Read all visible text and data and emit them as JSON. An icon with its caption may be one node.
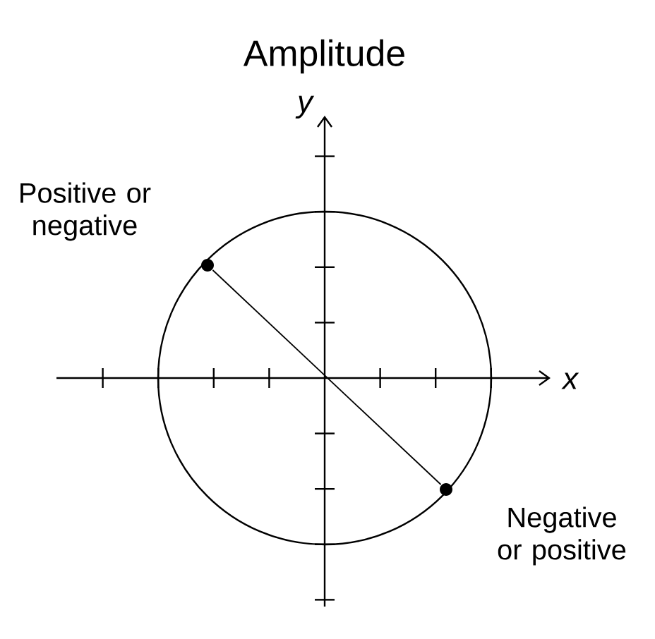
{
  "diagram": {
    "title": "Amplitude",
    "nodes": [
      {
        "text": [],
        "shape": "circle",
        "beside": [
          "Positive or negative"
        ]
      },
      {
        "text": [],
        "shape": "circle",
        "beside": [
          "Negative or positive"
        ]
      }
    ],
    "edges": [
      {
        "from": 0,
        "to": 1,
        "arrow": "none"
      }
    ],
    "labels": [
      "y",
      "x"
    ]
  }
}
